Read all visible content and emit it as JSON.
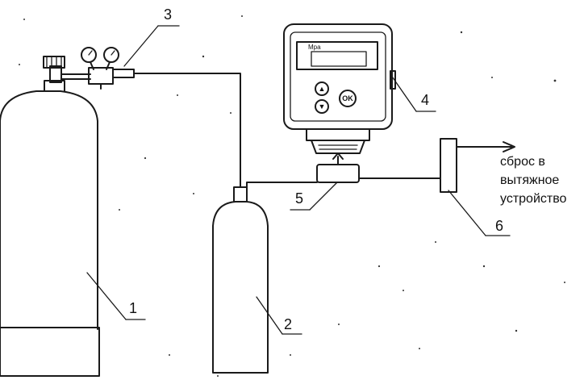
{
  "labels": {
    "l1": "1",
    "l2": "2",
    "l3": "3",
    "l4": "4",
    "l5": "5",
    "l6": "6"
  },
  "exhaust_text": {
    "line1": "сброс в",
    "line2": "вытяжное",
    "line3": "устройство"
  },
  "device": {
    "brand": "Мра",
    "up_button": "▲",
    "down_button": "▼",
    "ok_button": "OK"
  },
  "colors": {
    "ink": "#1a1a1a",
    "paper": "#ffffff"
  }
}
